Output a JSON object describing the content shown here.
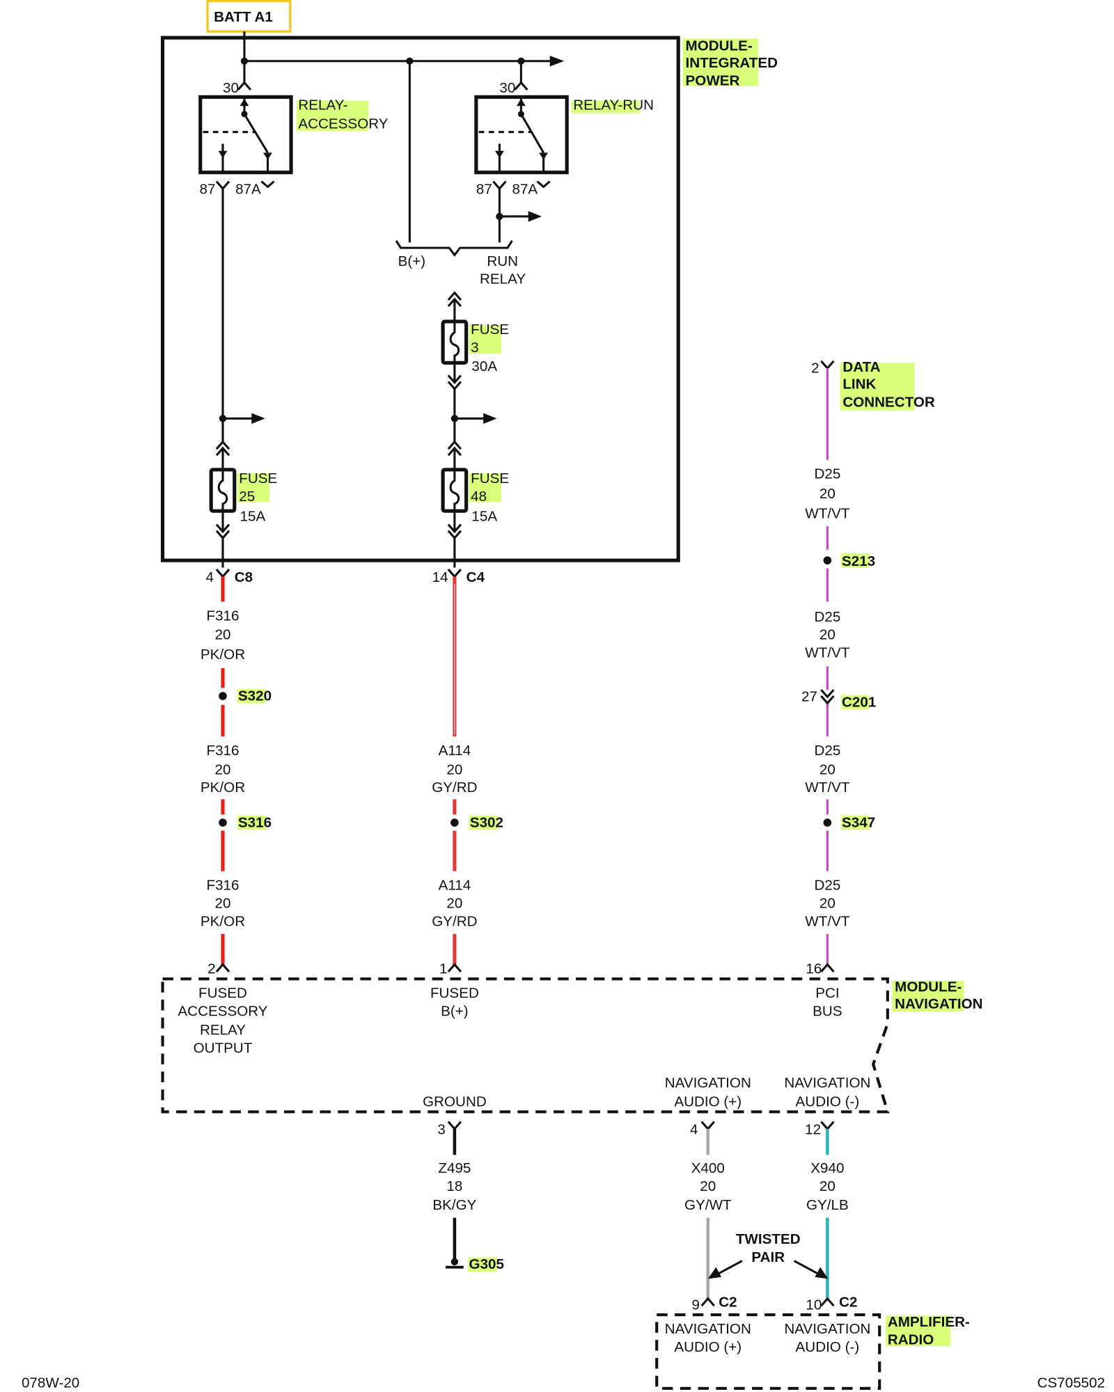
{
  "colors": {
    "highlight": "#d9ff7a",
    "batt_box": "#f5c518",
    "pk_or": "#ee1c1c",
    "gy_rd": "#e23a3a",
    "wt_vt": "#cc44cc",
    "bk_gy": "#111111",
    "gy_wt": "#a8a8a8",
    "gy_lb": "#2ab5b5"
  },
  "labels": {
    "batt": "BATT A1",
    "mip_1": "MODULE-",
    "mip_2": "INTEGRATED",
    "mip_3": "POWER",
    "relay_acc_1": "RELAY-",
    "relay_acc_2": "ACCESSORY",
    "relay_run": "RELAY-RUN",
    "pin30a": "30",
    "pin30b": "30",
    "pin87a": "87",
    "pin87Aa": "87A",
    "pin87b": "87",
    "pin87Ab": "87A",
    "bplus": "B(+)",
    "run": "RUN",
    "relay": "RELAY",
    "fuse3_1": "FUSE",
    "fuse3_2": "3",
    "fuse3_amp": "30A",
    "fuse25_1": "FUSE",
    "fuse25_2": "25",
    "fuse25_amp": "15A",
    "fuse48_1": "FUSE",
    "fuse48_2": "48",
    "fuse48_amp": "15A",
    "dlc_1": "DATA",
    "dlc_2": "LINK",
    "dlc_3": "CONNECTOR",
    "pin2_dlc": "2",
    "pin4_c8": "4",
    "c8": "C8",
    "pin14_c4": "14",
    "c4": "C4",
    "s213": "S213",
    "s320": "S320",
    "s316": "S316",
    "s302": "S302",
    "s347": "S347",
    "c201": "C201",
    "pin27": "27",
    "f316_a": "F316",
    "f316_a_g": "20",
    "f316_a_c": "PK/OR",
    "f316_b": "F316",
    "f316_b_g": "20",
    "f316_b_c": "PK/OR",
    "f316_c": "F316",
    "f316_c_g": "20",
    "f316_c_c": "PK/OR",
    "a114_a": "A114",
    "a114_a_g": "20",
    "a114_a_c": "GY/RD",
    "a114_b": "A114",
    "a114_b_g": "20",
    "a114_b_c": "GY/RD",
    "d25_a": "D25",
    "d25_a_g": "20",
    "d25_a_c": "WT/VT",
    "d25_b": "D25",
    "d25_b_g": "20",
    "d25_b_c": "WT/VT",
    "d25_c": "D25",
    "d25_c_g": "20",
    "d25_c_c": "WT/VT",
    "d25_d": "D25",
    "d25_d_g": "20",
    "d25_d_c": "WT/VT",
    "pin2_nav": "2",
    "pin1_nav": "1",
    "pin16_nav": "16",
    "nav_mod_1": "MODULE-",
    "nav_mod_2": "NAVIGATION",
    "fused_acc_1": "FUSED",
    "fused_acc_2": "ACCESSORY",
    "fused_acc_3": "RELAY",
    "fused_acc_4": "OUTPUT",
    "fused_b_1": "FUSED",
    "fused_b_2": "B(+)",
    "pci_1": "PCI",
    "pci_2": "BUS",
    "nav_aud_p_1": "NAVIGATION",
    "nav_aud_p_2": "AUDIO (+)",
    "nav_aud_n_1": "NAVIGATION",
    "nav_aud_n_2": "AUDIO (-)",
    "ground": "GROUND",
    "pin3": "3",
    "pin4_nav": "4",
    "pin12": "12",
    "z495": "Z495",
    "z495_g": "18",
    "z495_c": "BK/GY",
    "x400": "X400",
    "x400_g": "20",
    "x400_c": "GY/WT",
    "x940": "X940",
    "x940_g": "20",
    "x940_c": "GY/LB",
    "g305": "G305",
    "twisted_1": "TWISTED",
    "twisted_2": "PAIR",
    "pin9": "9",
    "c2a": "C2",
    "pin10": "10",
    "c2b": "C2",
    "amp_1": "AMPLIFIER-",
    "amp_2": "RADIO",
    "amp_aud_p_1": "NAVIGATION",
    "amp_aud_p_2": "AUDIO (+)",
    "amp_aud_n_1": "NAVIGATION",
    "amp_aud_n_2": "AUDIO (-)",
    "footer_left": "078W-20",
    "footer_right": "CS705502"
  }
}
